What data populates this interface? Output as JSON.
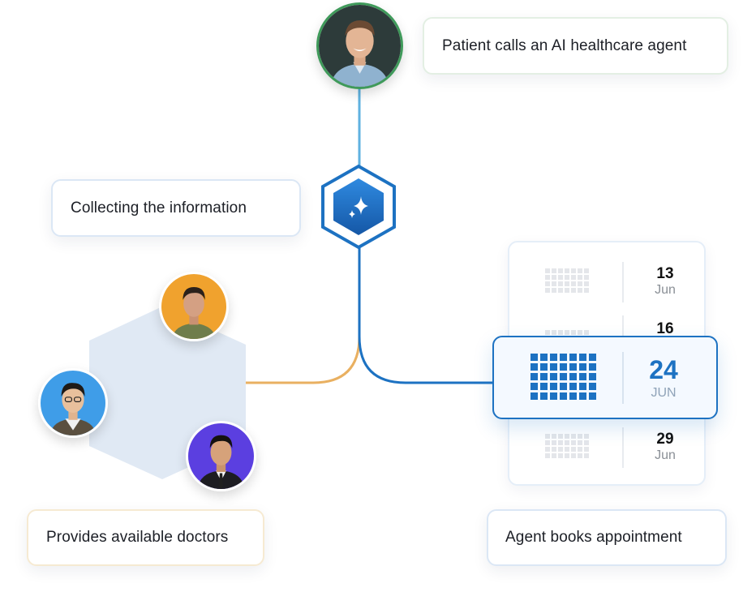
{
  "steps": {
    "call": "Patient calls an AI healthcare agent",
    "collect": "Collecting the information",
    "doctors": "Provides available doctors",
    "book": "Agent books appointment"
  },
  "calendar": {
    "dates": [
      {
        "day": "13",
        "month": "Jun"
      },
      {
        "day": "16",
        "month": ""
      },
      {
        "day": "29",
        "month": "Jun"
      }
    ],
    "selected": {
      "day": "24",
      "month": "JUN"
    }
  },
  "colors": {
    "accent_blue": "#1d72c2",
    "line_light_blue": "#5fb2e0",
    "line_orange": "#e9b061",
    "patient_ring": "#3f9a5a",
    "hexagon_fill": "#dde7f3"
  },
  "icons": {
    "agent": "sparkle-icon",
    "schedule": "calendar-grid-icon"
  }
}
